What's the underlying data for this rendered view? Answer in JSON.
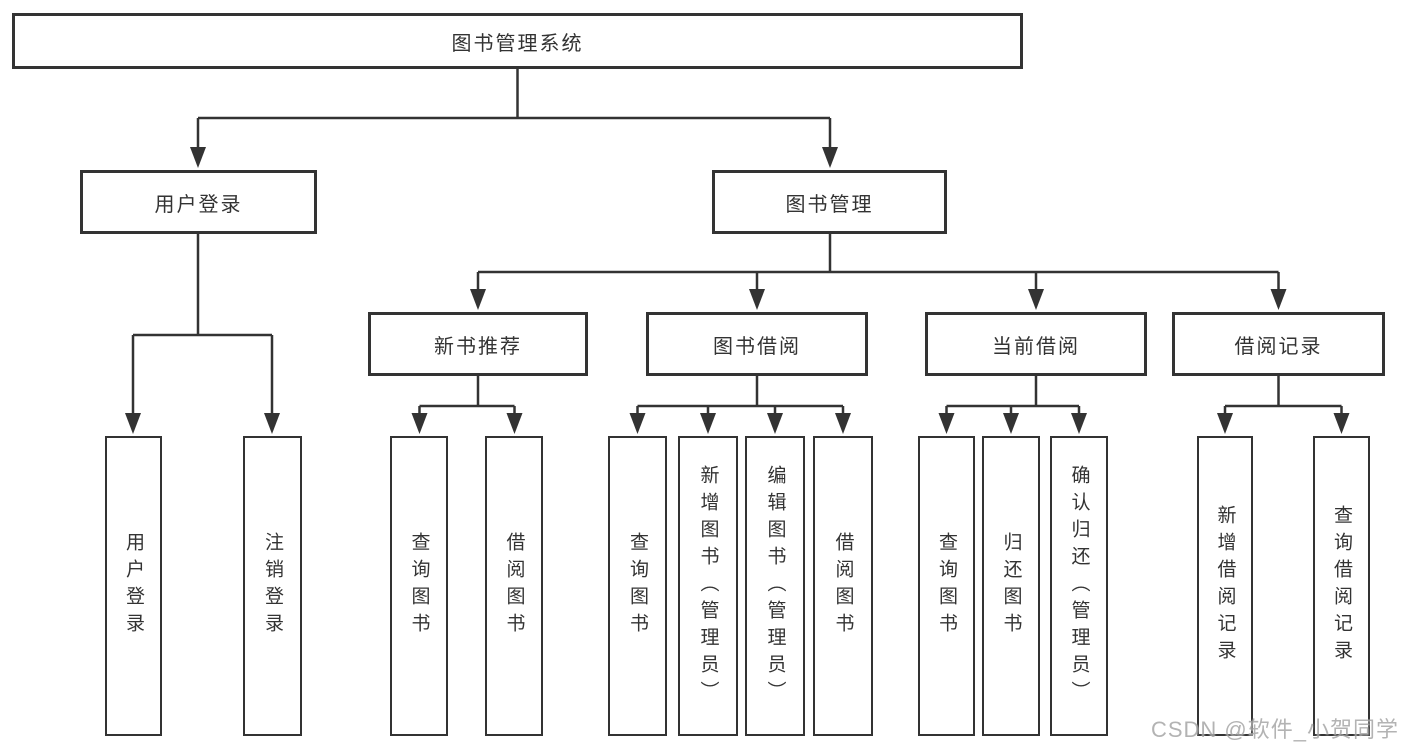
{
  "diagram_title": "图书管理系统",
  "nodes": {
    "root": "图书管理系统",
    "user_login": "用户登录",
    "book_mgmt": "图书管理",
    "new_book": "新书推荐",
    "book_borrow": "图书借阅",
    "current_borrow": "当前借阅",
    "borrow_record": "借阅记录",
    "ul_login": "用户登录",
    "ul_logout": "注销登录",
    "nb_query": "查询图书",
    "nb_borrow": "借阅图书",
    "bb_query": "查询图书",
    "bb_add": "新增图书（管理员）",
    "bb_edit": "编辑图书（管理员）",
    "bb_borrow": "借阅图书",
    "cb_query": "查询图书",
    "cb_return": "归还图书",
    "cb_confirm": "确认归还（管理员）",
    "br_add": "新增借阅记录",
    "br_query": "查询借阅记录"
  },
  "hierarchy": {
    "图书管理系统": {
      "用户登录": [
        "用户登录",
        "注销登录"
      ],
      "图书管理": {
        "新书推荐": [
          "查询图书",
          "借阅图书"
        ],
        "图书借阅": [
          "查询图书",
          "新增图书（管理员）",
          "编辑图书（管理员）",
          "借阅图书"
        ],
        "当前借阅": [
          "查询图书",
          "归还图书",
          "确认归还（管理员）"
        ],
        "借阅记录": [
          "新增借阅记录",
          "查询借阅记录"
        ]
      }
    }
  },
  "colors": {
    "line": "#333333",
    "border": "#333333",
    "text": "#333333",
    "background": "#ffffff",
    "watermark": "#a6a6a6"
  },
  "watermark": {
    "text": "CSDN @软件_小贺同学"
  }
}
